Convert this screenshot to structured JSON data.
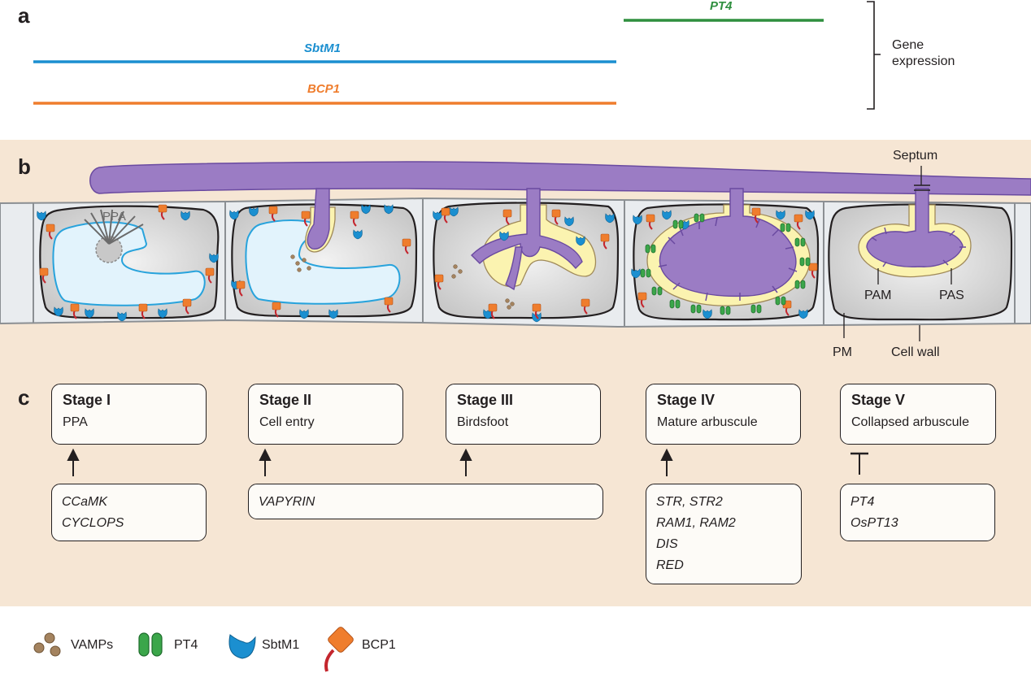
{
  "panels": {
    "a": "a",
    "b": "b",
    "c": "c"
  },
  "expression": {
    "genes": [
      {
        "name": "PT4",
        "color": "#2f8f3f"
      },
      {
        "name": "SbtM1",
        "color": "#1b8fd0"
      },
      {
        "name": "BCP1",
        "color": "#ef7d2d"
      }
    ],
    "bracket_label_line1": "Gene",
    "bracket_label_line2": "expression"
  },
  "cell_labels": {
    "ppa": "PPA",
    "septum": "Septum",
    "pam": "PAM",
    "pas": "PAS",
    "pm": "PM",
    "cell_wall": "Cell wall"
  },
  "stages": [
    {
      "title": "Stage I",
      "subtitle": "PPA"
    },
    {
      "title": "Stage II",
      "subtitle": "Cell entry"
    },
    {
      "title": "Stage III",
      "subtitle": "Birdsfoot"
    },
    {
      "title": "Stage IV",
      "subtitle": "Mature arbuscule"
    },
    {
      "title": "Stage V",
      "subtitle": "Collapsed arbuscule"
    }
  ],
  "regulators": [
    {
      "genes": [
        "CCaMK",
        "CYCLOPS"
      ],
      "effect": "promotes"
    },
    {
      "genes": [
        "VAPYRIN"
      ],
      "effect": "promotes"
    },
    {
      "genes": [
        "STR, STR2",
        "RAM1, RAM2",
        "DIS",
        "RED"
      ],
      "effect": "promotes"
    },
    {
      "genes": [
        "PT4",
        "OsPT13"
      ],
      "effect": "inhibits"
    }
  ],
  "legend": [
    {
      "label": "VAMPs",
      "icon": "vamp-icon"
    },
    {
      "label": "PT4",
      "icon": "pt4-transporter-icon"
    },
    {
      "label": "SbtM1",
      "icon": "sbtm1-icon"
    },
    {
      "label": "BCP1",
      "icon": "bcp1-icon"
    }
  ],
  "colors": {
    "background_panel": "#f6e6d4",
    "hypha": "#9b7cc4",
    "hypha_dark": "#6a4aa0",
    "cytoplasm": "#d8d8d8",
    "vacuole": "#e2f3fc",
    "vacuole_line": "#28a3dc",
    "periarbuscular": "#fbf3b0",
    "vamp": "#a4835f",
    "bcp1_head": "#ef7d2d",
    "bcp1_tail": "#c4262e"
  }
}
